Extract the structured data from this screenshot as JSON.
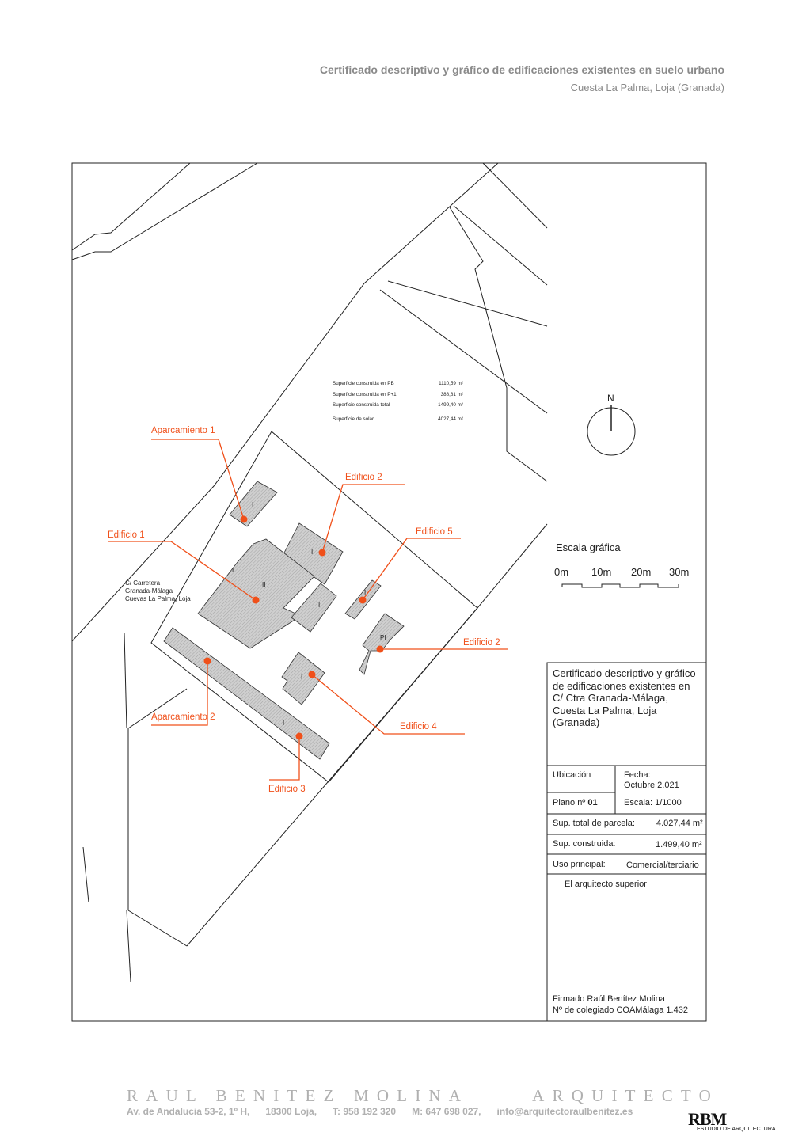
{
  "header": {
    "title": "Certificado descriptivo y gráfico de edificaciones existentes en suelo urbano",
    "subtitle": "Cuesta La Palma, Loja (Granada)"
  },
  "callouts": {
    "aparcamiento_1": "Aparcamiento 1",
    "edificio_2_top": "Edificio 2",
    "edificio_1": "Edificio 1",
    "edificio_5": "Edificio 5",
    "edificio_2_right": "Edificio 2",
    "edificio_4": "Edificio 4",
    "aparcamiento_2": "Aparcamiento 2",
    "edificio_3": "Edificio 3"
  },
  "floor_marks": {
    "aparc1": "I",
    "ed2_top": "I",
    "ed1_left": "I",
    "ed1_center": "II",
    "ed1_right": "I",
    "ed5": "I",
    "ed2_pi": "PI",
    "ed4": "I",
    "aparc2": "I"
  },
  "street_label": {
    "line1": "C/ Carretera",
    "line2": "Granada-Málaga",
    "line3": "Cuevas La Palma, Loja"
  },
  "surface_stats": [
    {
      "label": "Superficie construida en PB",
      "value": "1110,59 m²"
    },
    {
      "label": "Superficie construida en P+1",
      "value": "388,81 m²"
    },
    {
      "label": "Superficie construida total",
      "value": "1499,40 m²"
    },
    {
      "label": "Superficie de solar",
      "value": "4027,44 m²"
    }
  ],
  "north_label": "N",
  "scale": {
    "title": "Escala gráfica",
    "ticks": [
      "0m",
      "10m",
      "20m",
      "30m"
    ]
  },
  "title_block": {
    "title": "Certificado descriptivo y gráfico de edificaciones existentes en C/ Ctra Granada-Málaga, Cuesta La Palma, Loja (Granada)",
    "ubicacion_label": "Ubicación",
    "fecha_label": "Fecha:",
    "fecha_value": "Octubre 2.021",
    "plano_label": "Plano nº",
    "plano_value": "01",
    "escala": "Escala: 1/1000",
    "sup_parcela_label": "Sup. total de parcela:",
    "sup_parcela_value": "4.027,44 m²",
    "sup_construida_label": "Sup. construida:",
    "sup_construida_value": "1.499,40 m²",
    "uso_label": "Uso principal:",
    "uso_value": "Comercial/terciario",
    "arquitecto": "El arquitecto superior",
    "firmado": "Firmado Raúl Benítez Molina",
    "colegiado": "Nº de colegiado COAMálaga 1.432"
  },
  "footer": {
    "name": "RAUL BENITEZ MOLINA",
    "profession": "ARQUITECTO",
    "address": "Av. de Andalucia 53-2, 1º H,",
    "city": "18300 Loja,",
    "phone": "T: 958 192 320",
    "mobile": "M: 647 698 027,",
    "email": "info@arquitectoraulbenitez.es",
    "logo_letters": "RBM",
    "logo_subtitle": "ESTUDIO DE ARQUITECTURA"
  },
  "colors": {
    "accent": "#f0501a",
    "building_fill": "#c9c9c9",
    "footer_gray": "#b0b0b0"
  }
}
